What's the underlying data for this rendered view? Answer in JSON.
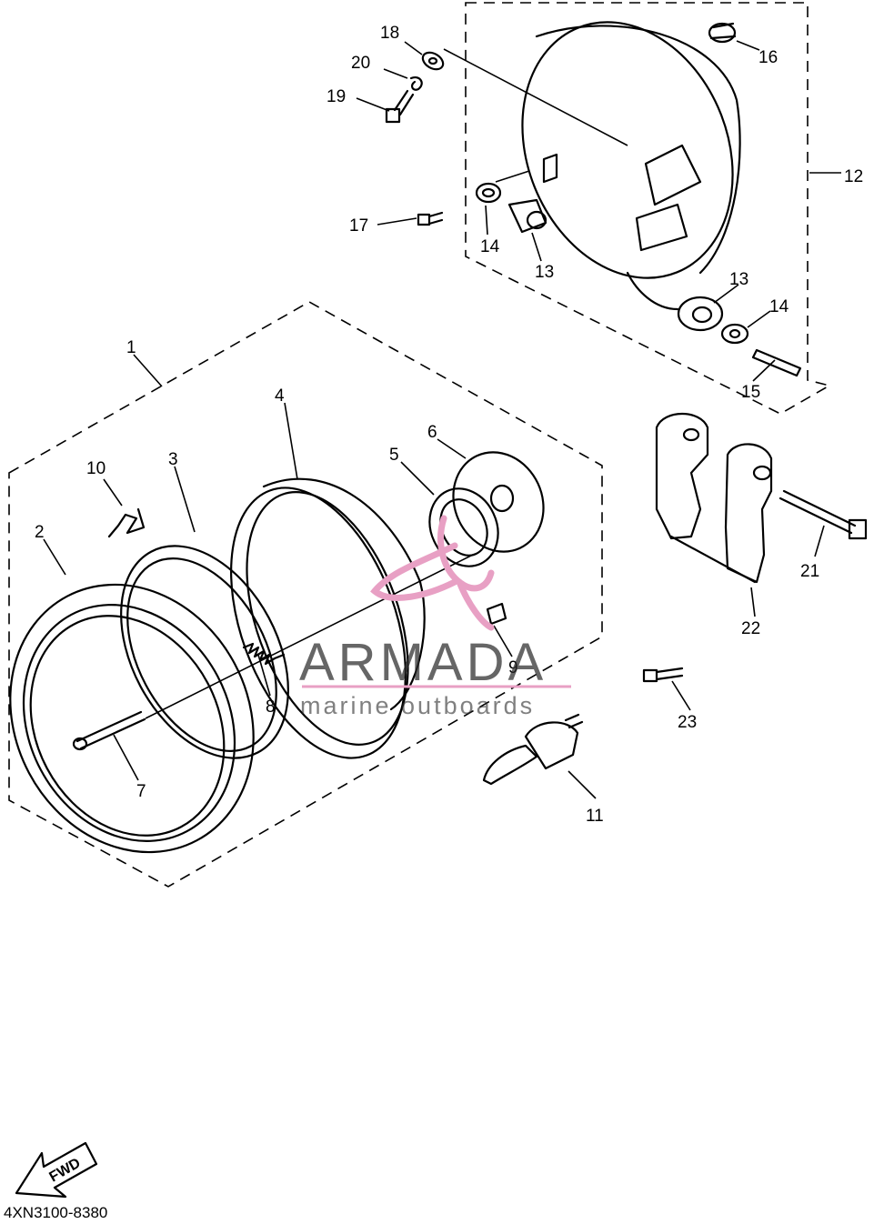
{
  "diagram": {
    "part_labels": [
      "1",
      "2",
      "3",
      "4",
      "5",
      "6",
      "7",
      "8",
      "9",
      "10",
      "11",
      "12",
      "13",
      "13",
      "14",
      "14",
      "15",
      "16",
      "17",
      "18",
      "19",
      "20",
      "21",
      "22",
      "23"
    ],
    "watermark": {
      "brand": "ARMADA",
      "tagline": "marine outboards",
      "accent_color": "#e8a0c4"
    },
    "fwd_arrow_label": "FWD",
    "drawing_code": "4XN3100-8380",
    "line_color": "#000000",
    "background_color": "#ffffff"
  }
}
